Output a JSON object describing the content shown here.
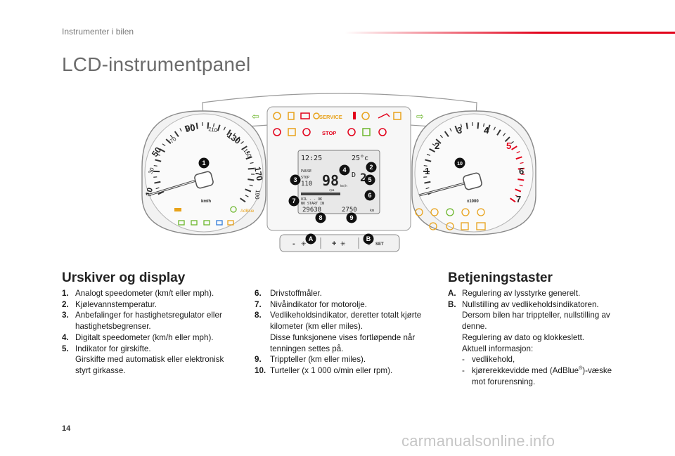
{
  "header": {
    "section": "Instrumenter i bilen",
    "title": "LCD-instrumentpanel",
    "accent_color": "#e2001a"
  },
  "figure": {
    "speedo_ticks": [
      "10",
      "30",
      "50",
      "70",
      "90",
      "110",
      "130",
      "150",
      "170",
      "190"
    ],
    "speedo_unit": "km/h",
    "tacho_ticks": [
      "1",
      "2",
      "3",
      "4",
      "5",
      "6",
      "7"
    ],
    "tacho_unit": "x1000",
    "service_label": "SERVICE",
    "stop_label": "STOP",
    "adblue_label": "AdBlue",
    "lcd": {
      "clock": "12:25",
      "temp": "25°c",
      "pause": "PAUSE",
      "stop_label": "STOP",
      "set_speed": "110",
      "speed": "98",
      "gear": "D",
      "gear_num": "2",
      "speed_unit": "km/h",
      "fuel_label": "OIL - - OK",
      "msg": "NO START IN",
      "odometer": "29638",
      "trip": "2750",
      "unit_km": "km",
      "unit_rpm": "rpm"
    },
    "callouts": [
      "1",
      "2",
      "3",
      "4",
      "5",
      "6",
      "7",
      "8",
      "9",
      "10",
      "A",
      "B"
    ],
    "buttons": [
      "-",
      "+",
      "SET"
    ]
  },
  "left": {
    "heading": "Urskiver og display",
    "items": [
      {
        "n": "1.",
        "lines": [
          "Analogt speedometer (km/t eller mph)."
        ]
      },
      {
        "n": "2.",
        "lines": [
          "Kjølevannstemperatur."
        ]
      },
      {
        "n": "3.",
        "lines": [
          "Anbefalinger for hastighetsregulator eller",
          "hastighetsbegrenser."
        ]
      },
      {
        "n": "4.",
        "lines": [
          "Digitalt speedometer (km/h eller mph)."
        ]
      },
      {
        "n": "5.",
        "lines": [
          "Indikator for girskifte.",
          "Girskifte med automatisk eller elektronisk",
          "styrt girkasse."
        ]
      }
    ]
  },
  "middle": {
    "items": [
      {
        "n": "6.",
        "lines": [
          "Drivstoffmåler."
        ]
      },
      {
        "n": "7.",
        "lines": [
          "Nivåindikator for motorolje."
        ]
      },
      {
        "n": "8.",
        "lines": [
          "Vedlikeholdsindikator, deretter totalt kjørte",
          "kilometer (km eller miles).",
          "Disse funksjonene vises fortløpende når",
          "tenningen settes på."
        ]
      },
      {
        "n": "9.",
        "lines": [
          "Trippteller (km eller miles)."
        ]
      },
      {
        "n": "10.",
        "lines": [
          "Turteller (x 1 000 o/min eller rpm)."
        ]
      }
    ]
  },
  "right": {
    "heading": "Betjeningstaster",
    "items": [
      {
        "n": "A.",
        "lines": [
          "Regulering av lysstyrke generelt."
        ]
      },
      {
        "n": "B.",
        "lines": [
          "Nullstilling av vedlikeholdsindikatoren.",
          "Dersom bilen har trippteller, nullstilling av",
          "denne.",
          "Regulering av dato og klokkeslett.",
          "Aktuell informasjon:"
        ]
      }
    ],
    "sub": [
      {
        "pre": "vedlikehold,"
      },
      {
        "pre": "kjørerekkevidde med (AdBlue",
        "sup": "®",
        "post": ")-væske",
        "cont": "mot forurensning."
      }
    ],
    "dash": "-"
  },
  "footer": {
    "page_number": "14",
    "watermark": "carmanualsonline.info"
  }
}
